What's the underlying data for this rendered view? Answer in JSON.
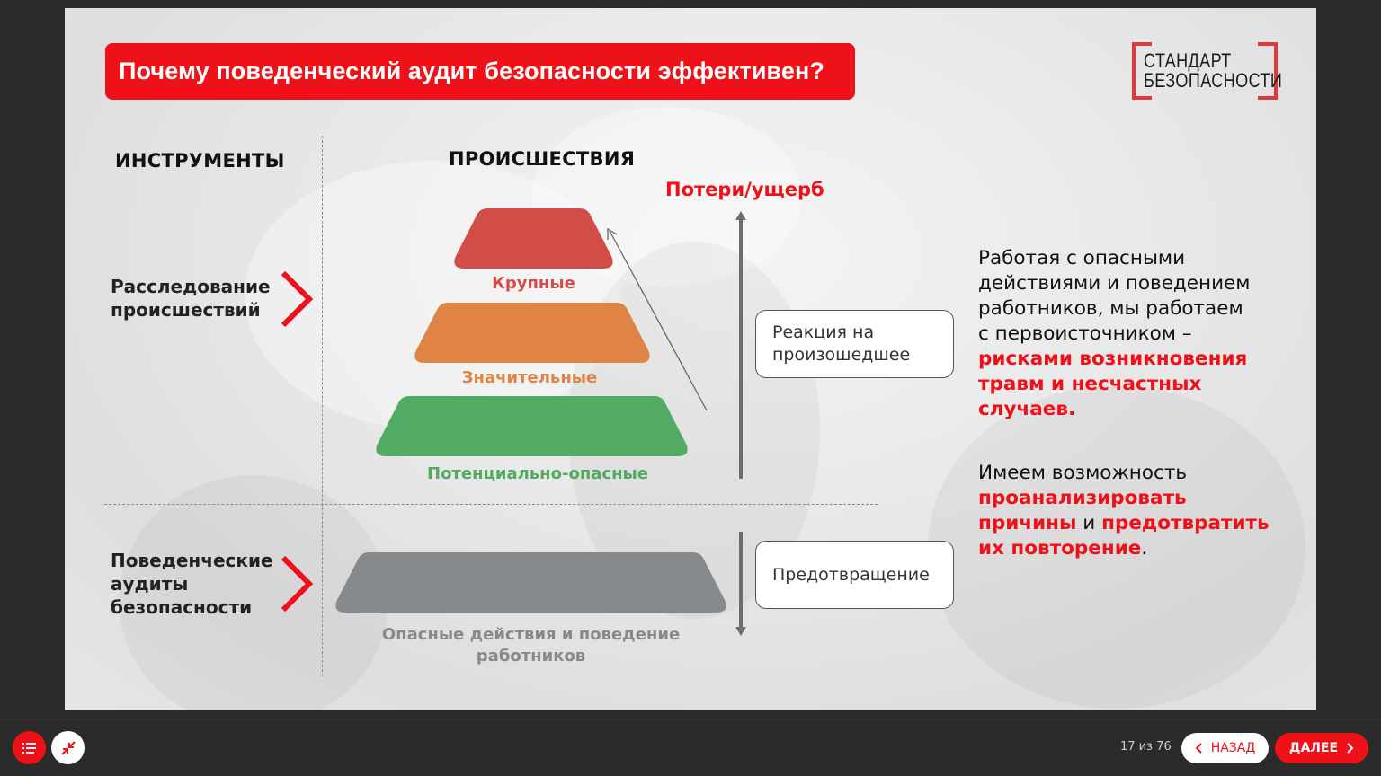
{
  "slide": {
    "title": "Почему поведенческий аудит безопасности эффективен?",
    "logo": {
      "line1": "СТАНДАРТ",
      "line2": "БЕЗОПАСНОСТИ"
    },
    "columns": {
      "tools": "ИНСТРУМЕНТЫ",
      "incidents": "ПРОИСШЕСТВИЯ"
    },
    "tools": [
      {
        "line1": "Расследование",
        "line2": "происшествий"
      },
      {
        "line1": "Поведенческие",
        "line2": "аудиты",
        "line3": "безопасности"
      }
    ],
    "pyramid": [
      {
        "label": "Крупные",
        "color": "#d24d47"
      },
      {
        "label": "Значительные",
        "color": "#df8444"
      },
      {
        "label": "Потенциально-опасные",
        "color": "#52ab63"
      },
      {
        "label_line1": "Опасные действия и поведение",
        "label_line2": "работников",
        "color": "#868a8d"
      }
    ],
    "axis_label": "Потери/ущерб",
    "boxes": {
      "reaction_line1": "Реакция на",
      "reaction_line2": "произошедшее",
      "prevention": "Предотвращение"
    },
    "paragraph1": {
      "plain": [
        "Работая с опасными",
        "действиями и поведением",
        "работников, мы работаем",
        "с первоисточником –"
      ],
      "highlight": [
        "рисками возникновения",
        "травм и несчастных",
        "случаев."
      ]
    },
    "paragraph2": {
      "line1": "Имеем возможность",
      "line2_red": "проанализировать",
      "line3_red_a": "причины",
      "line3_plain": " и ",
      "line3_red_b": "предотвратить",
      "line4_red": "их повторение",
      "line4_plain": "."
    },
    "accent_color": "#ee1118"
  },
  "player": {
    "menu_icon": "list-icon",
    "collapse_icon": "collapse-arrows-icon",
    "page_current": "17",
    "page_total": "76",
    "page_text": "17 из 76",
    "back_label": "НАЗАД",
    "next_label": "ДАЛЕЕ"
  }
}
